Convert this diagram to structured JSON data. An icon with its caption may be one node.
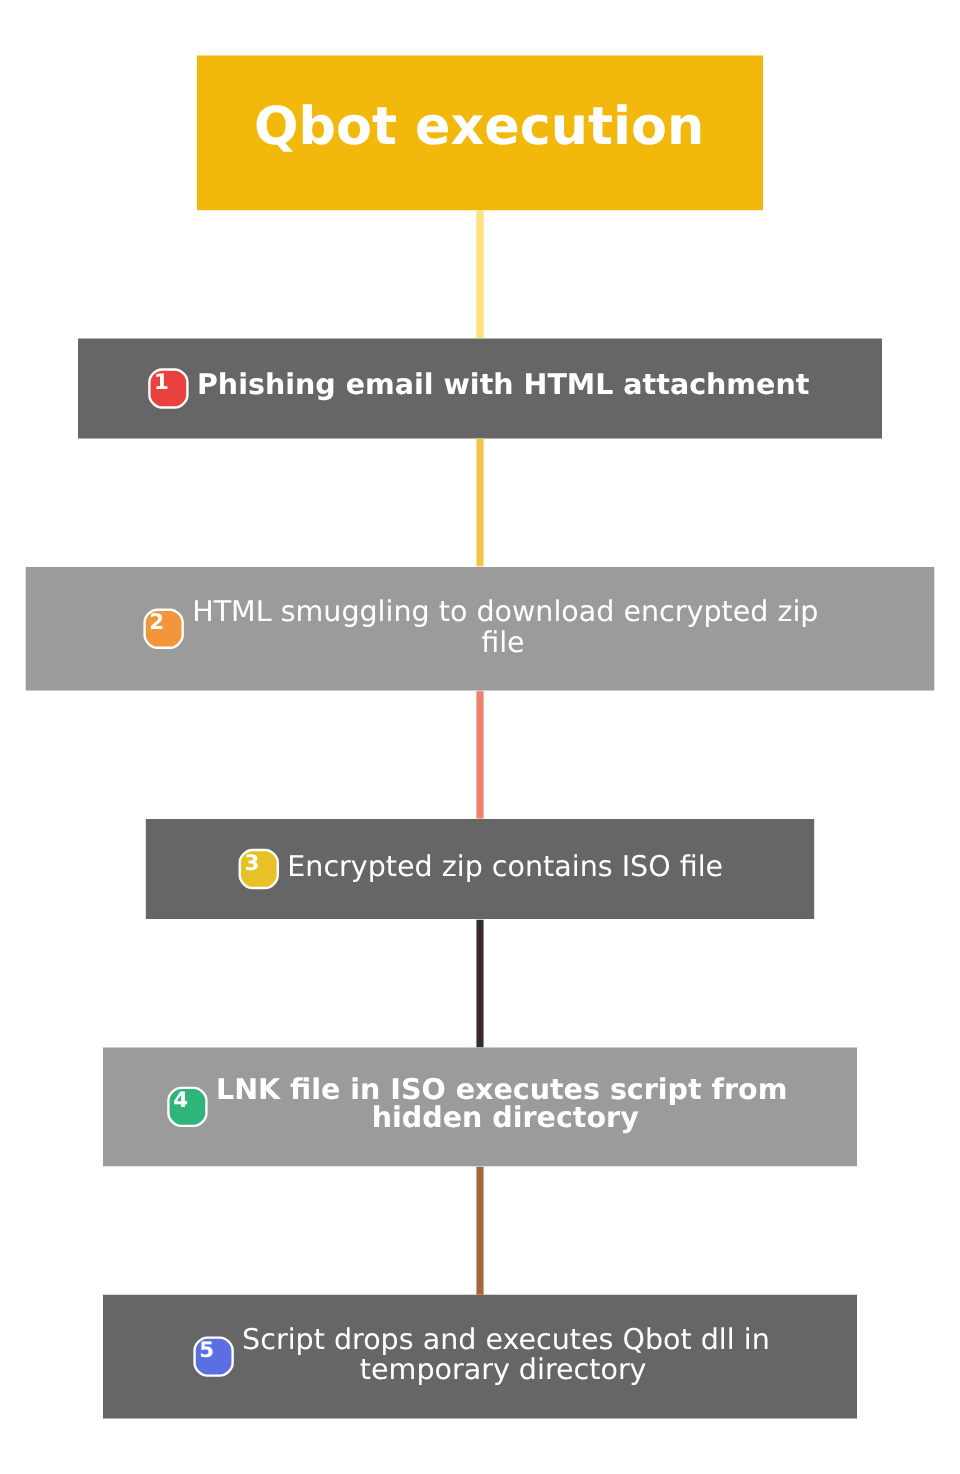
{
  "diagram": {
    "nodes": [
      {
        "text": [
          "Qbot execution"
        ]
      },
      {
        "text": [
          "1",
          "Phishing email with HTML attachment"
        ]
      },
      {
        "text": [
          "2",
          "HTML smuggling to download encrypted zip file"
        ]
      },
      {
        "text": [
          "3",
          "Encrypted zip contains ISO file"
        ]
      },
      {
        "text": [
          "4",
          "LNK file in ISO executes script from hidden directory"
        ]
      },
      {
        "text": [
          "5",
          "Script drops and executes Qbot dll in temporary directory"
        ]
      }
    ],
    "edges": [
      {
        "from": 0,
        "to": 1,
        "arrow": "none",
        "color": "#ffe07a"
      },
      {
        "from": 1,
        "to": 2,
        "arrow": "none",
        "color": "#f8c04e"
      },
      {
        "from": 2,
        "to": 3,
        "arrow": "none",
        "color": "#f0806a"
      },
      {
        "from": 3,
        "to": 4,
        "arrow": "none",
        "color": "#3a2a2c"
      },
      {
        "from": 4,
        "to": 5,
        "arrow": "none",
        "color": "#a8663c"
      }
    ]
  }
}
